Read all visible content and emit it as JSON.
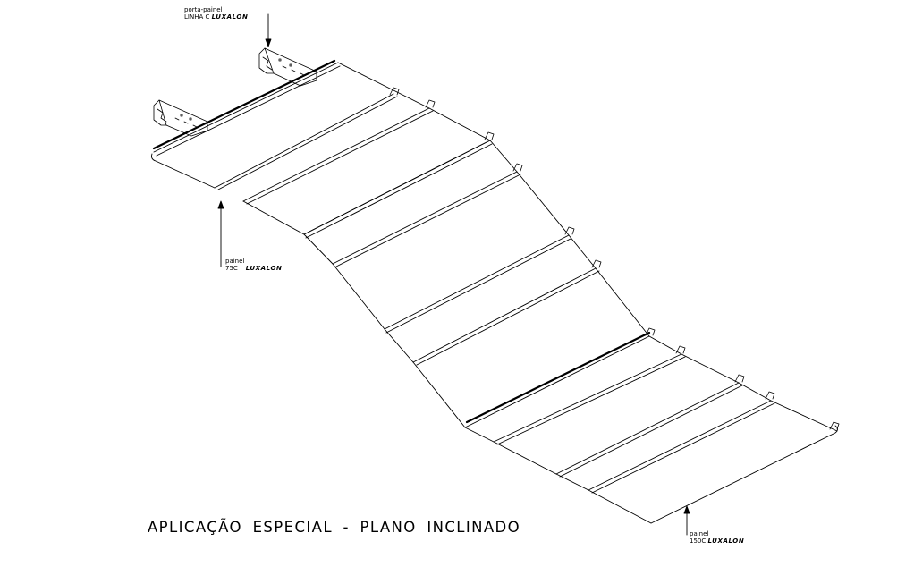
{
  "callouts": {
    "porta_painel": {
      "line1": "porta-painel",
      "line2": "LINHA C",
      "brand": "LUXALON"
    },
    "painel_75c": {
      "line1": "painel",
      "line2": "75C",
      "brand": "LUXALON"
    },
    "painel_150c": {
      "line1": "painel",
      "line2": "150C",
      "brand": "LUXALON"
    }
  },
  "caption": "APLICAÇÃO ESPECIAL - PLANO INCLINADO",
  "colors": {
    "line": "#000000",
    "background": "#ffffff"
  }
}
